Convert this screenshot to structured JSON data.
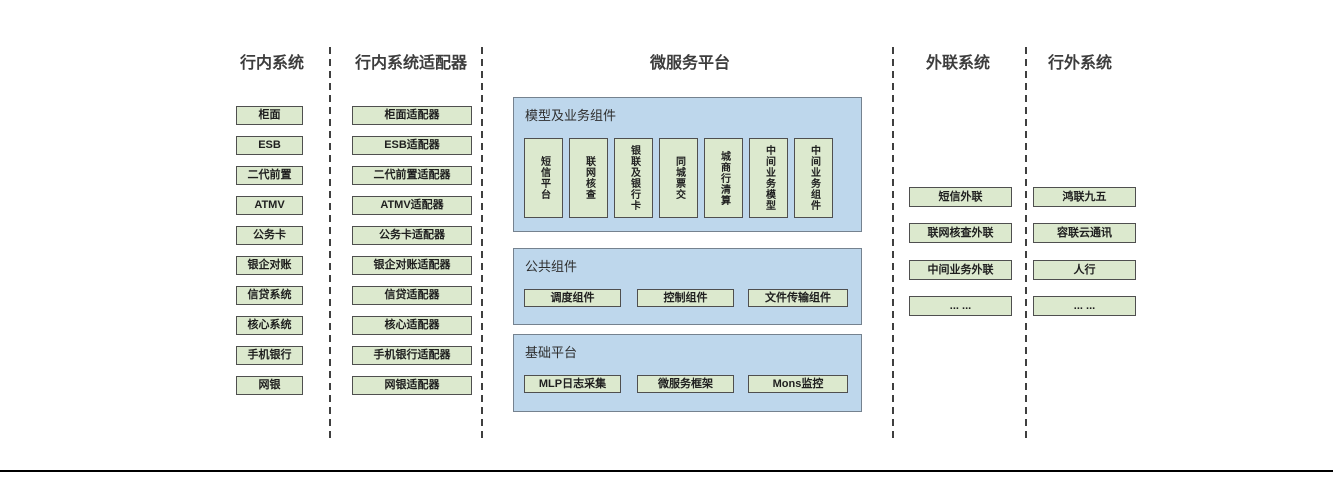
{
  "headers": {
    "internal": "行内系统",
    "adapters": "行内系统适配器",
    "platform": "微服务平台",
    "external_link": "外联系统",
    "outside": "行外系统"
  },
  "internal": {
    "items": [
      "柜面",
      "ESB",
      "二代前置",
      "ATMV",
      "公务卡",
      "银企对账",
      "信贷系统",
      "核心系统",
      "手机银行",
      "网银"
    ]
  },
  "adapters": {
    "items": [
      "柜面适配器",
      "ESB适配器",
      "二代前置适配器",
      "ATMV适配器",
      "公务卡适配器",
      "银企对账适配器",
      "信贷适配器",
      "核心适配器",
      "手机银行适配器",
      "网银适配器"
    ]
  },
  "platform": {
    "model_panel": {
      "title": "模型及业务组件",
      "items": [
        "短信平台",
        "联网核查",
        "银联及银行卡",
        "同城票交",
        "城商行清算",
        "中间业务模型",
        "中间业务组件"
      ]
    },
    "common_panel": {
      "title": "公共组件",
      "items": [
        "调度组件",
        "控制组件",
        "文件传输组件"
      ]
    },
    "base_panel": {
      "title": "基础平台",
      "items": [
        "MLP日志采集",
        "微服务框架",
        "Mons监控"
      ]
    }
  },
  "external_link": {
    "items": [
      "短信外联",
      "联网核查外联",
      "中间业务外联",
      "... ..."
    ]
  },
  "outside": {
    "items": [
      "鸿联九五",
      "容联云通讯",
      "人行",
      "... ..."
    ]
  },
  "colors": {
    "box_green": "#dce9ce",
    "box_border": "#4f4f4f",
    "panel_blue": "#bed7ec",
    "panel_border": "#75828f",
    "heading_text": "#3d3d3d",
    "rule_black": "#000000"
  }
}
